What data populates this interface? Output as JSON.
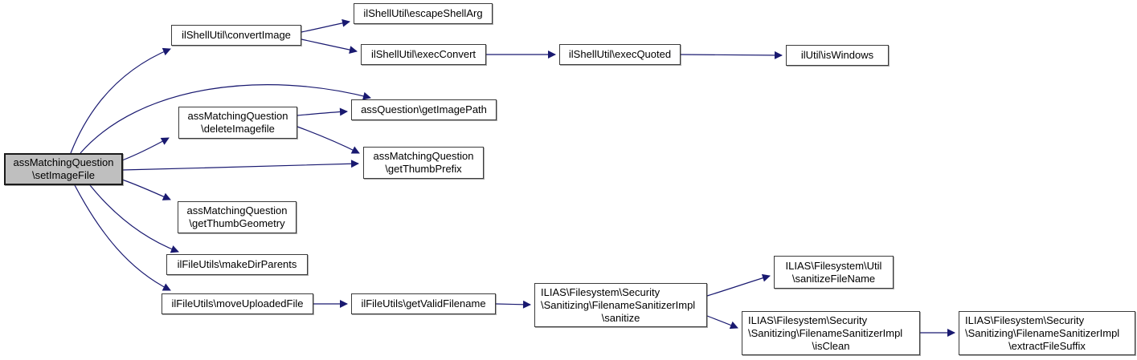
{
  "diagram_type": "call-graph",
  "colors": {
    "edge": "#191970",
    "node_border": "#3c3c3c",
    "node_fill": "#ffffff",
    "highlighted_node_fill": "#bfbfbf",
    "background": "#ffffff",
    "text": "#000000"
  },
  "nodes": {
    "setImageFile": {
      "label": "assMatchingQuestion\n\\setImageFile",
      "highlighted": true
    },
    "convertImage": {
      "label": "ilShellUtil\\convertImage"
    },
    "escapeShellArg": {
      "label": "ilShellUtil\\escapeShellArg"
    },
    "execConvert": {
      "label": "ilShellUtil\\execConvert"
    },
    "execQuoted": {
      "label": "ilShellUtil\\execQuoted"
    },
    "isWindows": {
      "label": "ilUtil\\isWindows"
    },
    "getImagePath": {
      "label": "assQuestion\\getImagePath"
    },
    "deleteImagefile": {
      "label": "assMatchingQuestion\n\\deleteImagefile"
    },
    "getThumbPrefix": {
      "label": "assMatchingQuestion\n\\getThumbPrefix"
    },
    "getThumbGeometry": {
      "label": "assMatchingQuestion\n\\getThumbGeometry"
    },
    "makeDirParents": {
      "label": "ilFileUtils\\makeDirParents"
    },
    "moveUploadedFile": {
      "label": "ilFileUtils\\moveUploadedFile"
    },
    "getValidFilename": {
      "label": "ilFileUtils\\getValidFilename"
    },
    "sanitize": {
      "label": "ILIAS\\Filesystem\\Security\n\\Sanitizing\\FilenameSanitizerImpl",
      "sublabel": "\\sanitize"
    },
    "sanitizeFileName": {
      "label": "ILIAS\\Filesystem\\Util\n\\sanitizeFileName"
    },
    "isClean": {
      "label": "ILIAS\\Filesystem\\Security\n\\Sanitizing\\FilenameSanitizerImpl",
      "sublabel": "\\isClean"
    },
    "extractFileSuffix": {
      "label": "ILIAS\\Filesystem\\Security\n\\Sanitizing\\FilenameSanitizerImpl",
      "sublabel": "\\extractFileSuffix"
    }
  },
  "edges": [
    {
      "from": "setImageFile",
      "to": "convertImage"
    },
    {
      "from": "setImageFile",
      "to": "getImagePath"
    },
    {
      "from": "setImageFile",
      "to": "deleteImagefile"
    },
    {
      "from": "setImageFile",
      "to": "getThumbPrefix"
    },
    {
      "from": "setImageFile",
      "to": "getThumbGeometry"
    },
    {
      "from": "setImageFile",
      "to": "makeDirParents"
    },
    {
      "from": "setImageFile",
      "to": "moveUploadedFile"
    },
    {
      "from": "convertImage",
      "to": "escapeShellArg"
    },
    {
      "from": "convertImage",
      "to": "execConvert"
    },
    {
      "from": "execConvert",
      "to": "execQuoted"
    },
    {
      "from": "execQuoted",
      "to": "isWindows"
    },
    {
      "from": "deleteImagefile",
      "to": "getImagePath"
    },
    {
      "from": "deleteImagefile",
      "to": "getThumbPrefix"
    },
    {
      "from": "moveUploadedFile",
      "to": "getValidFilename"
    },
    {
      "from": "getValidFilename",
      "to": "sanitize"
    },
    {
      "from": "sanitize",
      "to": "sanitizeFileName"
    },
    {
      "from": "sanitize",
      "to": "isClean"
    },
    {
      "from": "isClean",
      "to": "extractFileSuffix"
    }
  ]
}
